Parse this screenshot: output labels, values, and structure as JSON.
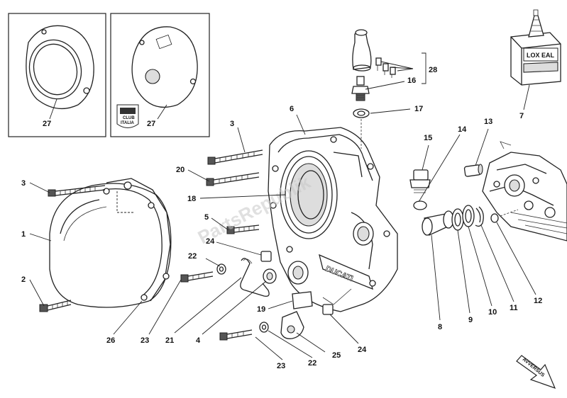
{
  "labels": {
    "l1": "1",
    "l2": "2",
    "l3a": "3",
    "l3b": "3",
    "l4": "4",
    "l5": "5",
    "l6": "6",
    "l7": "7",
    "l8": "8",
    "l9": "9",
    "l10": "10",
    "l11": "11",
    "l12": "12",
    "l13": "13",
    "l14": "14",
    "l15": "15",
    "l16": "16",
    "l17": "17",
    "l18": "18",
    "l19": "19",
    "l20": "20",
    "l21": "21",
    "l22a": "22",
    "l22b": "22",
    "l23a": "23",
    "l23b": "23",
    "l24a": "24",
    "l24b": "24",
    "l25": "25",
    "l26": "26",
    "l27a": "27",
    "l27b": "27",
    "l28": "28"
  },
  "loctite_text": "LOX EAL",
  "club_text_1": "CLUB",
  "club_text_2": "ITALIA",
  "ducati_text": "DUCATI",
  "watermark": "PartsRepublik",
  "direction_text": "AVVERSUS"
}
